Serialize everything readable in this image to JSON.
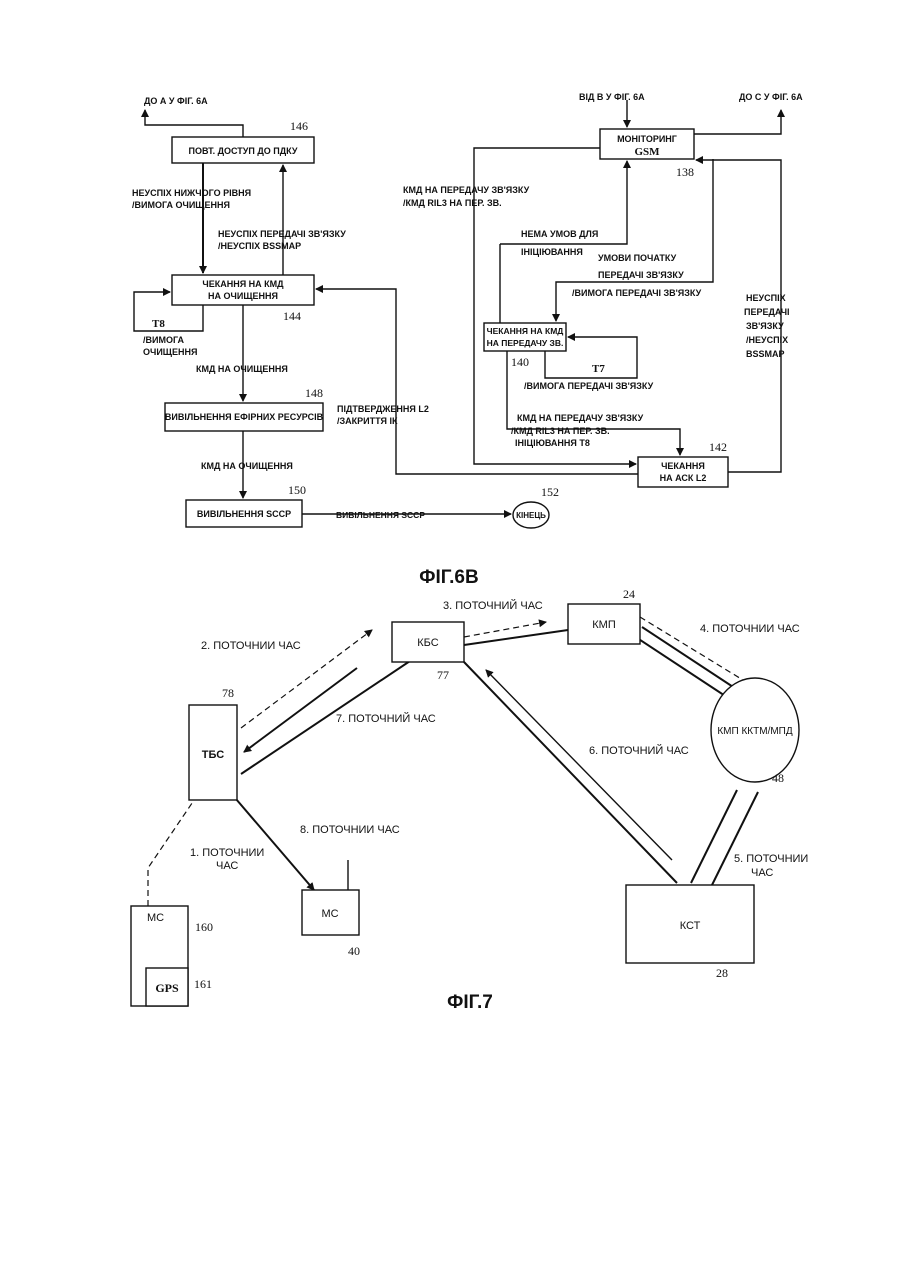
{
  "fig6b": {
    "title": "ФІГ.6В",
    "nodes": {
      "retry": {
        "label": "ПОВТ. ДОСТУП ДО ПДКУ",
        "ref": "146"
      },
      "wait_clear": {
        "line1": "ЧЕКАННЯ НА КМД",
        "line2": "НА ОЧИЩЕННЯ",
        "ref": "144"
      },
      "release_res": {
        "label": "ВИВІЛЬНЕННЯ ЕФІРНИХ РЕСУРСІВ",
        "ref": "148"
      },
      "release_sccp": {
        "label": "ВИВІЛЬНЕННЯ  SCCP",
        "ref": "150"
      },
      "end": {
        "label": "КІНЕЦЬ",
        "ref": "152"
      },
      "monitor": {
        "line1": "МОНІТОРИНГ",
        "line2": "GSM",
        "ref": "138"
      },
      "wait_ho": {
        "line1": "ЧЕКАННЯ НА КМД",
        "line2": "НА ПЕРЕДАЧУ ЗВ.",
        "ref": "140"
      },
      "wait_ack": {
        "line1": "ЧЕКАННЯ",
        "line2": "НА АСК L2",
        "ref": "142"
      }
    },
    "labels": {
      "to_a": "ДО А У ФІГ. 6А",
      "from_b": "ВІД В У ФІГ. 6А",
      "to_c": "ДО С У ФІГ. 6А",
      "low_fail_1": "НЕУСПІХ НИЖЧОГО РІВНЯ",
      "low_fail_2": "/ВИМОГА ОЧИЩЕННЯ",
      "ho_fail_1": "НЕУСПІХ ПЕРЕДАЧІ ЗВ'ЯЗКУ",
      "ho_fail_2": "/НЕУСПІХ BSSMAP",
      "t8": "T8",
      "t8_req_1": "/ВИМОГА",
      "t8_req_2": "ОЧИЩЕННЯ",
      "cmd_clear_1": "КМД НА ОЧИЩЕННЯ",
      "cmd_clear_2": "КМД НА ОЧИЩЕННЯ",
      "l2_confirm_1": "ПІДТВЕРДЖЕННЯ L2",
      "l2_confirm_2": "/ЗАКРИТТЯ ІК",
      "sccp_release": "ВИВІЛЬНЕННЯ  SCCP",
      "cmd_ho_1": "КМД НА ПЕРЕДАЧУ ЗВ'ЯЗКУ",
      "cmd_ho_2": "/КМД RIL3 НА ПЕР. ЗВ.",
      "no_cond_1": "НЕМА УМОВ ДЛЯ",
      "no_cond_2": "ІНІЦІЮВАННЯ",
      "start_cond_1": "УМОВИ ПОЧАТКУ",
      "start_cond_2": "ПЕРЕДАЧІ ЗВ'ЯЗКУ",
      "start_cond_3": "/ВИМОГА ПЕРЕДАЧІ ЗВ'ЯЗКУ",
      "t7": "T7",
      "t7_req": "/ВИМОГА ПЕРЕДАЧІ ЗВ'ЯЗКУ",
      "cmd_ho2_1": "КМД НА ПЕРЕДАЧУ ЗВ'ЯЗКУ",
      "cmd_ho2_2": "/КМД RIL3 НА ПЕР. ЗВ.",
      "cmd_ho2_3": "ІНІЦІЮВАННЯ  T8",
      "fail_r_1": "НЕУСПІХ",
      "fail_r_2": "ПЕРЕДАЧІ",
      "fail_r_3": "ЗВ'ЯЗКУ",
      "fail_r_4": "/НЕУСПІХ",
      "fail_r_5": "BSSMAP"
    }
  },
  "fig7": {
    "title": "ФІГ.7",
    "nodes": {
      "kbs": {
        "label": "КБС",
        "ref": "77"
      },
      "kmp": {
        "label": "КМП",
        "ref": "24"
      },
      "tbs": {
        "label": "ТБС",
        "ref": "78"
      },
      "kmp_kktm": {
        "label": "КМП ККТМ/МПД",
        "ref": "48"
      },
      "ms1": {
        "label": "МС",
        "ref": "160"
      },
      "gps": {
        "label": "GPS",
        "ref": "161"
      },
      "ms2": {
        "label": "МС",
        "ref": "40"
      },
      "kst": {
        "label": "КСТ",
        "ref": "28"
      }
    },
    "labels": {
      "m1a": "1. ПОТОЧНИИ",
      "m1b": "ЧАС",
      "m2": "2. ПОТОЧНИИ ЧАС",
      "m3": "3. ПОТОЧНИЙ ЧАС",
      "m4": "4. ПОТОЧНИИ ЧАС",
      "m5a": "5. ПОТОЧНИИ",
      "m5b": "ЧАС",
      "m6": "6. ПОТОЧНИЙ ЧАС",
      "m7": "7. ПОТОЧНИЙ ЧАС",
      "m8": "8. ПОТОЧНИИ ЧАС"
    }
  }
}
